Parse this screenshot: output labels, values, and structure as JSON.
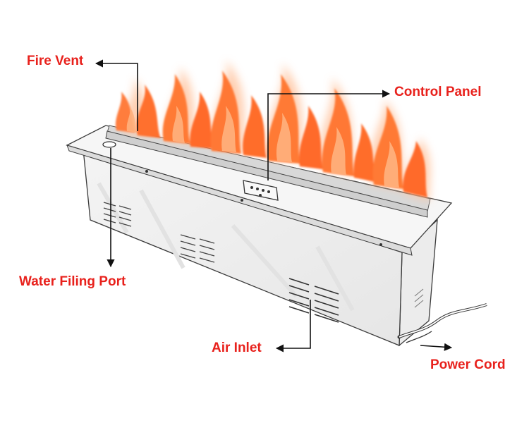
{
  "colors": {
    "label_red": "#e8211c",
    "leader_line": "#111111",
    "outline": "#3a3a3a",
    "flame_core": "#ff7a3a",
    "flame_glow": "#ffcfb0"
  },
  "labels": {
    "fire_vent": "Fire Vent",
    "control_panel": "Control Panel",
    "water_filing_port": "Water Filing Port",
    "air_inlet": "Air Inlet",
    "power_cord": "Power Cord"
  }
}
